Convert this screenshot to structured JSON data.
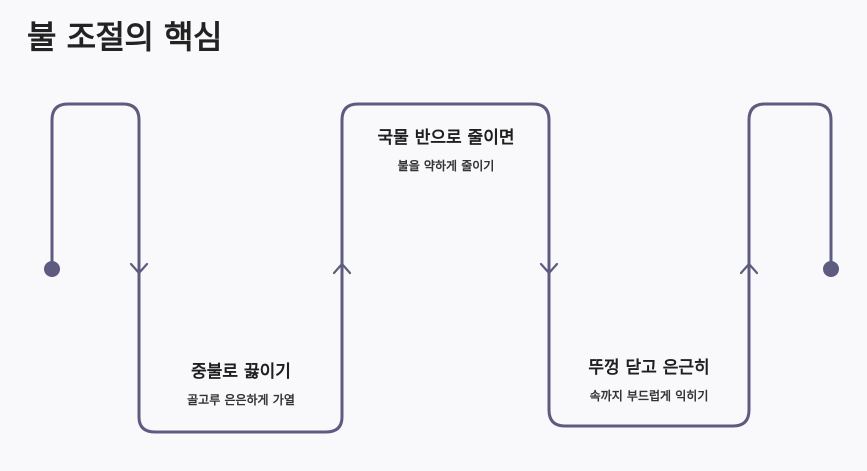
{
  "title": "불 조절의 핵심",
  "colors": {
    "line": "#5e5b80",
    "background": "#f9f9fb",
    "text": "#222222"
  },
  "steps": [
    {
      "title": "중불로 끓이기",
      "desc": "골고루 은은하게 가열"
    },
    {
      "title": "국물 반으로 줄이면",
      "desc": "불을 약하게 줄이기"
    },
    {
      "title": "뚜껑 닫고 은근히",
      "desc": "속까지 부드럽게 익히기"
    }
  ]
}
